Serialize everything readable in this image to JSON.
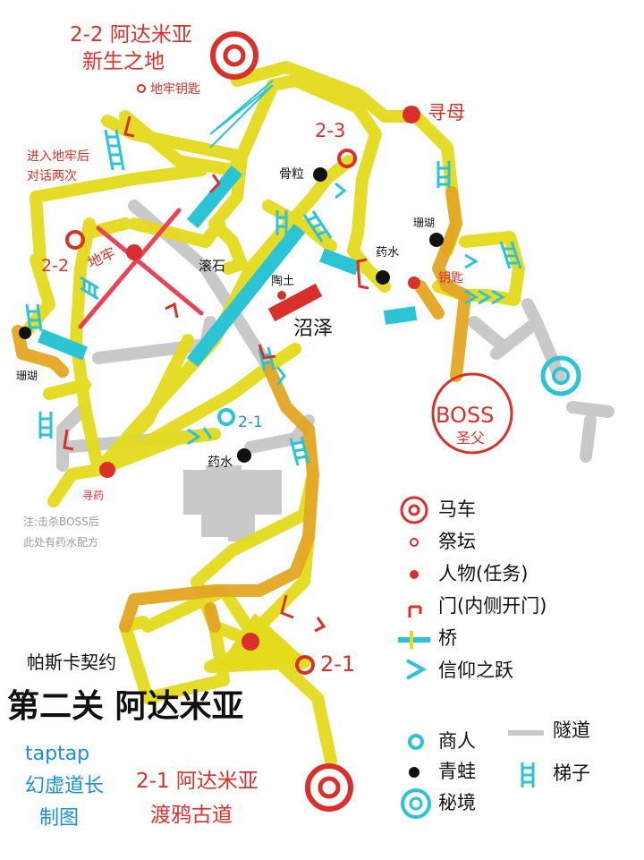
{
  "colors": {
    "path_yellow": "#e4db1c",
    "path_orange": "#e3a623",
    "tunnel_gray": "#c9c9c9",
    "bridge_cyan": "#2bc4d4",
    "red": "#d9302b",
    "black": "#111111",
    "credit_blue": "#1a8fd6",
    "note_gray": "#9a9a9a"
  },
  "titles": {
    "area_2_2_line1": "2-2 阿达米亚",
    "area_2_2_line2": "新生之地",
    "area_2_1_line1": "2-1 阿达米亚",
    "area_2_1_line2": "渡鸦古道",
    "covenant": "帕斯卡契约",
    "chapter": "第二关 阿达米亚",
    "credit_line1": "taptap",
    "credit_line2": "幻虚道长",
    "credit_line3": "制图"
  },
  "map_labels": {
    "dungeon_key": "地牢钥匙",
    "dungeon_hint_line1": "进入地牢后",
    "dungeon_hint_line2": "对话两次",
    "altar_2_3": "2-3",
    "seek_mother": "寻母",
    "bone": "骨粒",
    "coral_right": "珊瑚",
    "coral_left": "珊瑚",
    "potion_right": "药水",
    "potion_mid": "药水",
    "key": "钥匙",
    "altar_2_2": "2-2",
    "dungeon": "地牢",
    "rolling_stone": "滚石",
    "pottery_clay": "陶土",
    "swamp": "沼泽",
    "boss": "BOSS",
    "boss_name": "圣父",
    "merchant_2_1": "2-1",
    "seek_medicine": "寻药",
    "note_line1": "注:击杀BOSS后",
    "note_line2": "此处有药水配方",
    "altar_2_1_bottom": "2-1"
  },
  "legend": {
    "carriage": "马车",
    "altar": "祭坛",
    "npc_quest": "人物(任务)",
    "door": "门(内侧开门)",
    "bridge": "桥",
    "leap_of_faith": "信仰之跃",
    "merchant": "商人",
    "frog": "青蛙",
    "secret_realm": "秘境",
    "tunnel": "隧道",
    "ladder": "梯子"
  }
}
